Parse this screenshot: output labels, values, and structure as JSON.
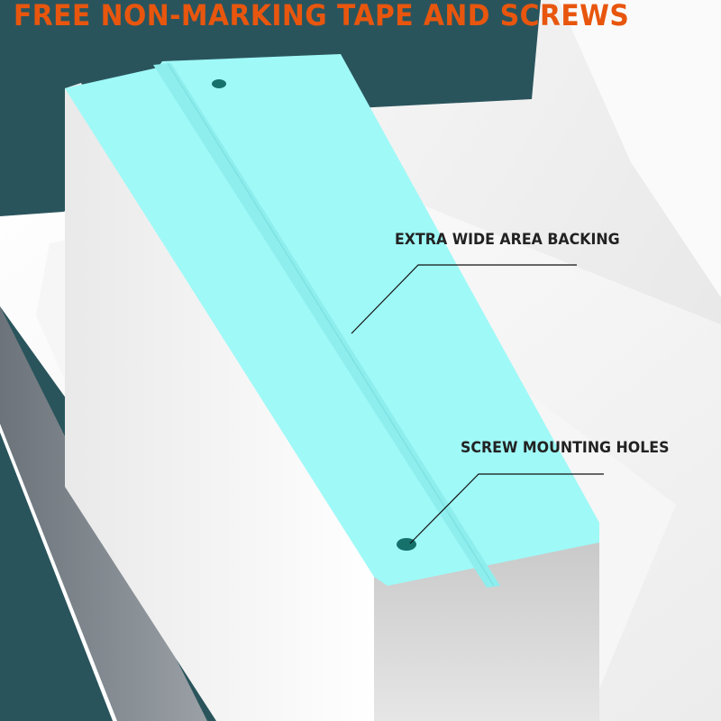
{
  "headline": {
    "text": "FREE NON-MARKING TAPE AND SCREWS",
    "color": "#e8560e"
  },
  "callouts": [
    {
      "label": "EXTRA WIDE AREA BACKING",
      "color": "#222222"
    },
    {
      "label": "SCREW MOUNTING HOLES",
      "color": "#222222"
    }
  ],
  "colors": {
    "background": "#2a545c",
    "backing_plate": "#9ff9f7",
    "screw_hole": "#16716c",
    "product_body": "#f2f2f2"
  }
}
